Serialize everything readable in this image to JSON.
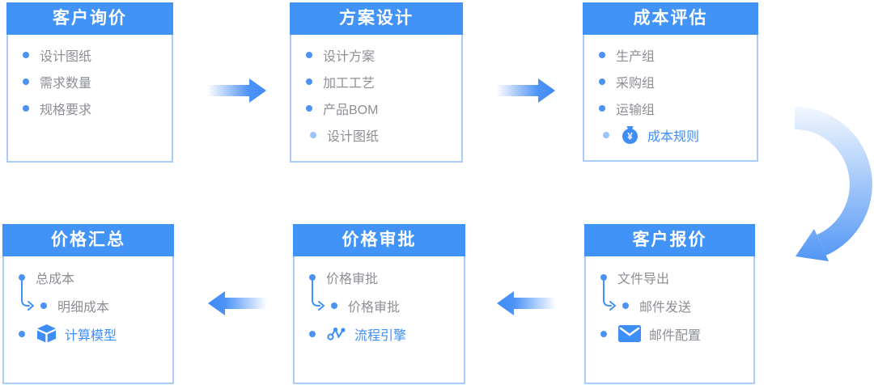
{
  "colors": {
    "accent": "#4193F7",
    "link_blue": "#3E8EF7",
    "text_gray": "#8C8F94",
    "box_border": "#A9CDF8",
    "bullet_blue": "#4C92F5",
    "arrow_blue": "#3E8BF7",
    "arc_light": "#F0F6FE",
    "background": "#FFFFFF"
  },
  "boxes": [
    {
      "title": "客户询价",
      "items": [
        {
          "label": "设计图纸"
        },
        {
          "label": "需求数量"
        },
        {
          "label": "规格要求"
        }
      ]
    },
    {
      "title": "方案设计",
      "items": [
        {
          "label": "设计方案"
        },
        {
          "label": "加工工艺"
        },
        {
          "label": "产品BOM"
        },
        {
          "label": "设计图纸",
          "sub": true
        }
      ]
    },
    {
      "title": "成本评估",
      "items": [
        {
          "label": "生产组"
        },
        {
          "label": "采购组"
        },
        {
          "label": "运输组"
        },
        {
          "label": "成本规则",
          "sub": true,
          "accent": true,
          "icon": "money-bag-icon"
        }
      ]
    },
    {
      "title": "客户报价",
      "items": [
        {
          "label": "文件导出",
          "connector_to_next": true
        },
        {
          "label": "邮件发送",
          "indent": true
        },
        {
          "label": "邮件配置",
          "icon": "envelope-icon"
        }
      ]
    },
    {
      "title": "价格审批",
      "items": [
        {
          "label": "价格审批",
          "connector_to_next": true
        },
        {
          "label": "价格审批",
          "indent": true
        },
        {
          "label": "流程引擎",
          "accent": true,
          "icon": "workflow-icon"
        }
      ]
    },
    {
      "title": "价格汇总",
      "items": [
        {
          "label": "总成本",
          "connector_to_next": true
        },
        {
          "label": "明细成本",
          "indent": true
        },
        {
          "label": "计算模型",
          "accent": true,
          "icon": "cube-icon"
        }
      ]
    }
  ],
  "arrows": [
    {
      "name": "arrow-inquiry-to-design",
      "direction": "right"
    },
    {
      "name": "arrow-design-to-cost",
      "direction": "right"
    },
    {
      "name": "arrow-cost-to-quote",
      "direction": "curved-down-left"
    },
    {
      "name": "arrow-quote-to-approval",
      "direction": "left"
    },
    {
      "name": "arrow-approval-to-summary",
      "direction": "left"
    }
  ]
}
